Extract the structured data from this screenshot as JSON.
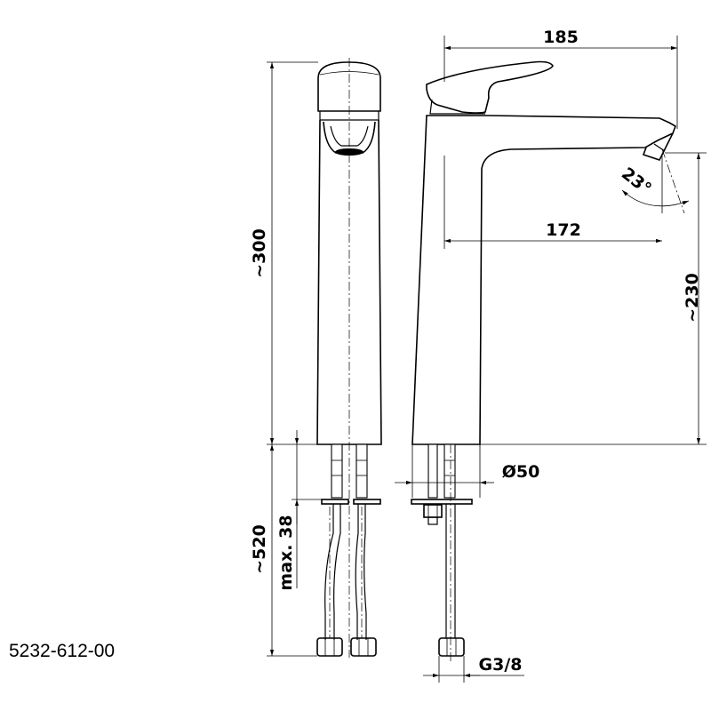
{
  "drawing": {
    "part_number": "5232-612-00",
    "dimensions": {
      "spout_reach_total": "185",
      "spout_reach_outlet": "172",
      "spout_angle": "23°",
      "height_total": "~300",
      "spout_height": "~230",
      "hose_length": "~520",
      "max_counter_thickness": "max. 38",
      "body_diameter": "Ø50",
      "hose_thread": "G3/8"
    }
  }
}
